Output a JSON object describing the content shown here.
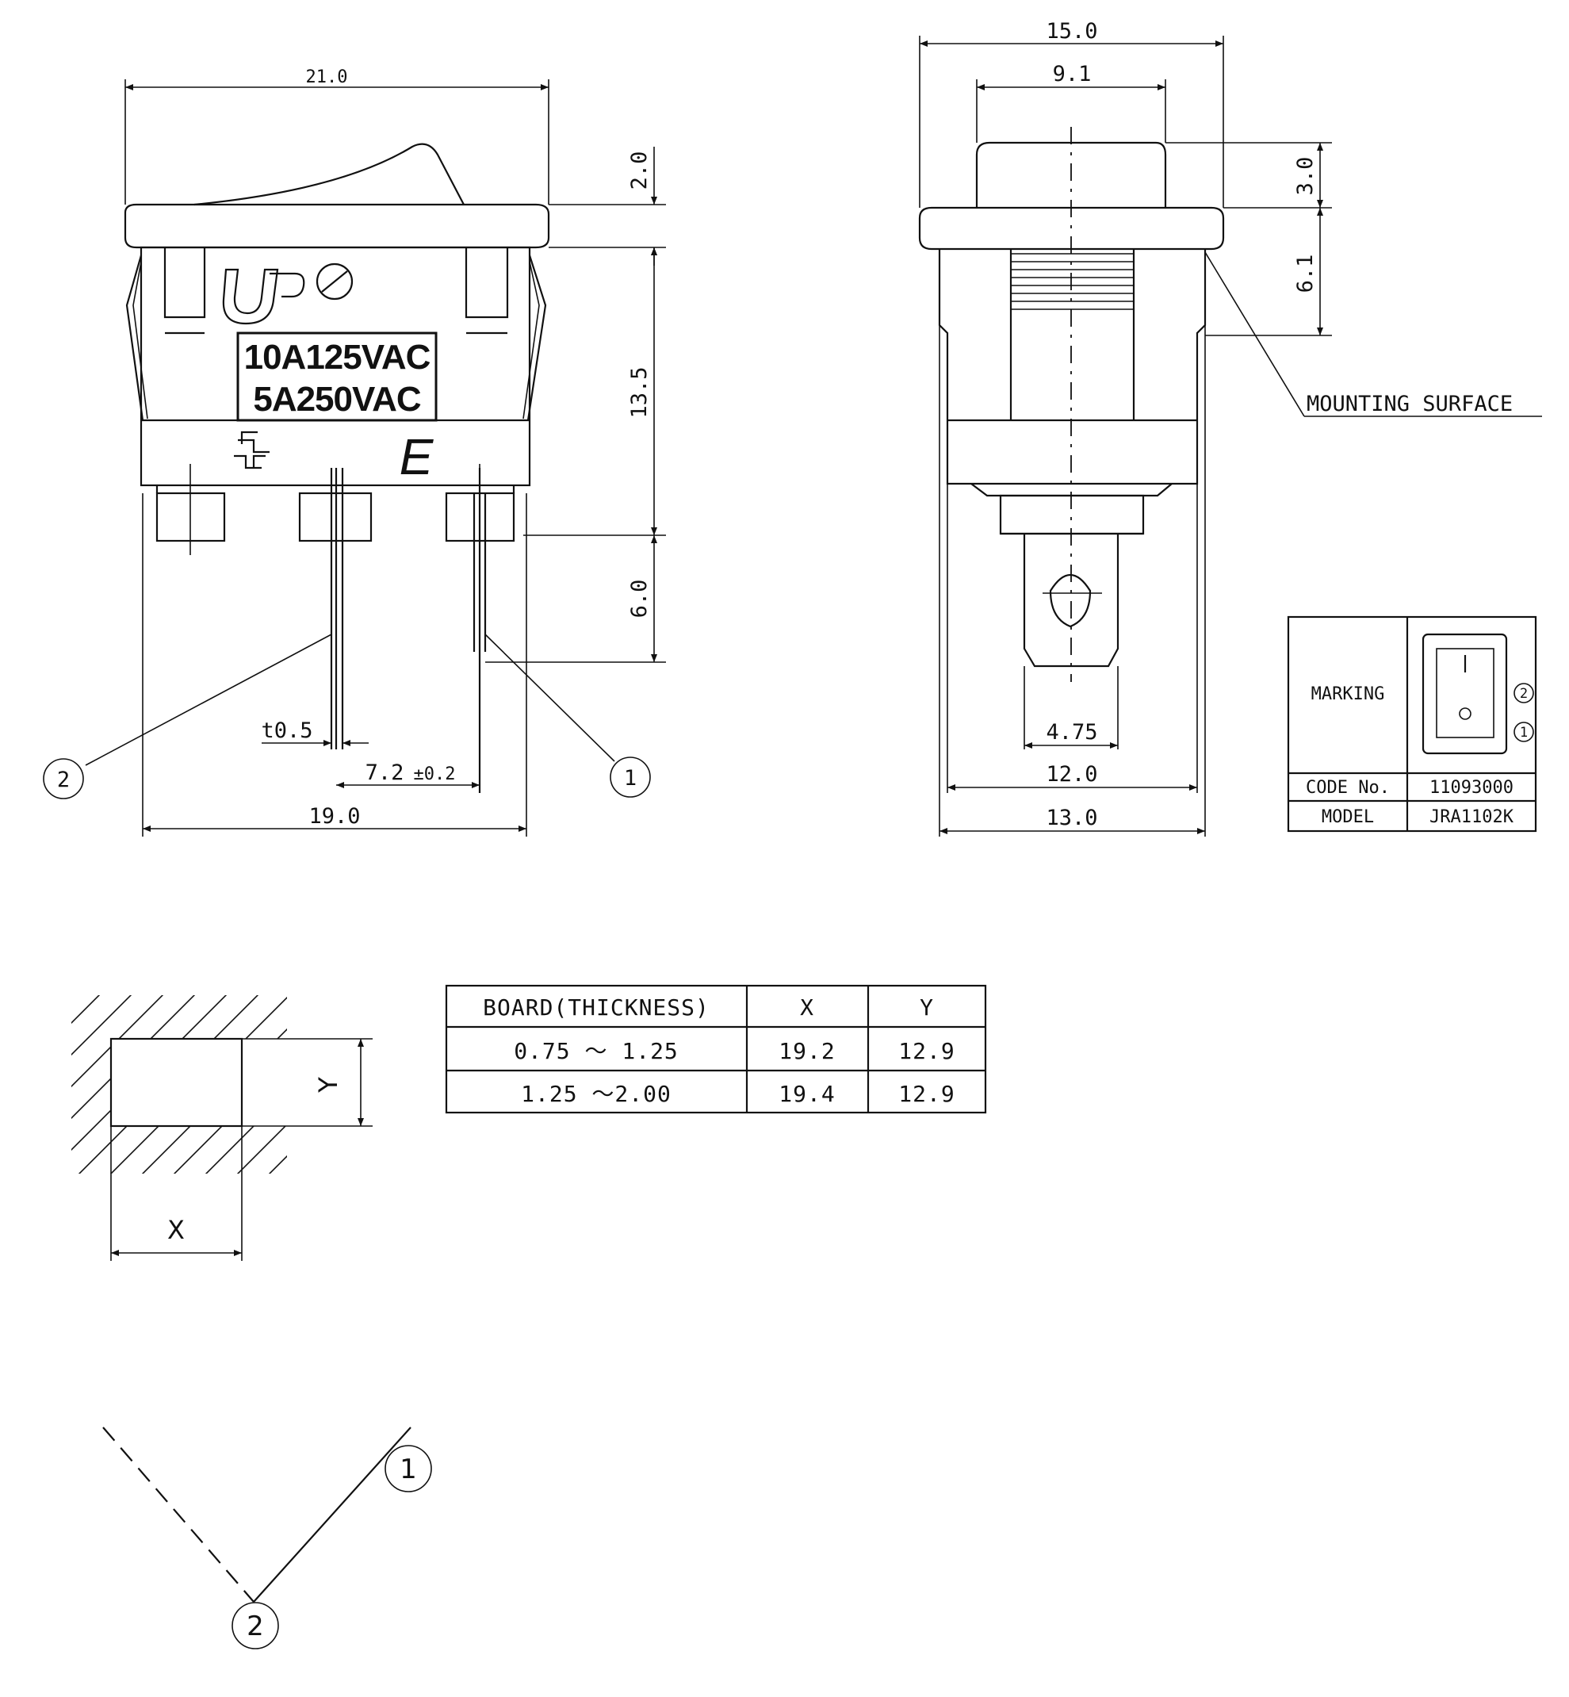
{
  "front_view": {
    "dim_width_top": "21.0",
    "dim_rocker_height": "2.0",
    "dim_body_height": "13.5",
    "dim_terminal_length": "6.0",
    "dim_terminal_thickness": "t0.5",
    "dim_terminal_pitch": "7.2",
    "dim_terminal_pitch_tol": "±0.2",
    "dim_width_bottom": "19.0",
    "rating_line1": "10A125VAC",
    "rating_line2": "5A250VAC",
    "cert_mark_letter": "E",
    "terminal_1_label": "1",
    "terminal_2_label": "2"
  },
  "side_view": {
    "dim_flange_width": "15.0",
    "dim_rocker_width": "9.1",
    "dim_rocker_height": "3.0",
    "dim_panel_depth": "6.1",
    "mounting_surface_label": "MOUNTING SURFACE",
    "dim_terminal_width": "4.75",
    "dim_body_width": "12.0",
    "dim_base_width": "13.0"
  },
  "marking_table": {
    "marking_label": "MARKING",
    "position_2": "2",
    "position_1": "1",
    "code_label": "CODE No.",
    "code_value": "11093000",
    "model_label": "MODEL",
    "model_value": "JRA1102K"
  },
  "panel_cutout": {
    "x_label": "X",
    "y_label": "Y"
  },
  "cutout_table": {
    "headers": [
      "BOARD(THICKNESS)",
      "X",
      "Y"
    ],
    "rows": [
      {
        "board": "0.75 ～ 1.25",
        "x": "19.2",
        "y": "12.9"
      },
      {
        "board": "1.25 ～2.00",
        "x": "19.4",
        "y": "12.9"
      }
    ]
  },
  "circuit": {
    "terminal_1": "1",
    "terminal_2": "2"
  }
}
